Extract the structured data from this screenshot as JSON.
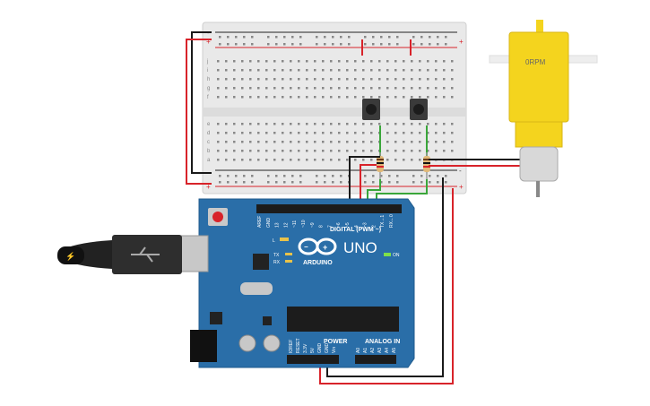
{
  "board": {
    "logo_text": "UNO",
    "brand": "ARDUINO",
    "on_label": "ON",
    "digital_label": "DIGITAL (PWM ~)",
    "power_label": "POWER",
    "analog_label": "ANALOG IN",
    "tx_label": "TX",
    "rx_label": "RX",
    "l_label": "L",
    "digital_pins": [
      "AREF",
      "GND",
      "13",
      "12",
      "~11",
      "~10",
      "~9",
      "8",
      "7",
      "~6",
      "~5",
      "4",
      "~3",
      "2",
      "TX→1",
      "RX←0"
    ],
    "power_pins": [
      "IOREF",
      "RESET",
      "3.3V",
      "5V",
      "GND",
      "GND",
      "Vin"
    ],
    "analog_pins": [
      "A0",
      "A1",
      "A2",
      "A3",
      "A4",
      "A5"
    ]
  },
  "breadboard": {
    "row_letters_top": [
      "j",
      "i",
      "h",
      "g",
      "f"
    ],
    "row_letters_bottom": [
      "e",
      "d",
      "c",
      "b",
      "a"
    ],
    "rail_plus": "+",
    "rail_minus": "-"
  },
  "motor": {
    "rpm_label": "0RPM"
  },
  "colors": {
    "board_blue": "#2a6ea8",
    "breadboard": "#e9e9e9",
    "rail_red": "#d8232a",
    "rail_black": "#222222",
    "wire_red": "#d8232a",
    "wire_black": "#1a1a1a",
    "wire_green": "#3aa63a",
    "motor_yellow": "#f4d41e"
  }
}
